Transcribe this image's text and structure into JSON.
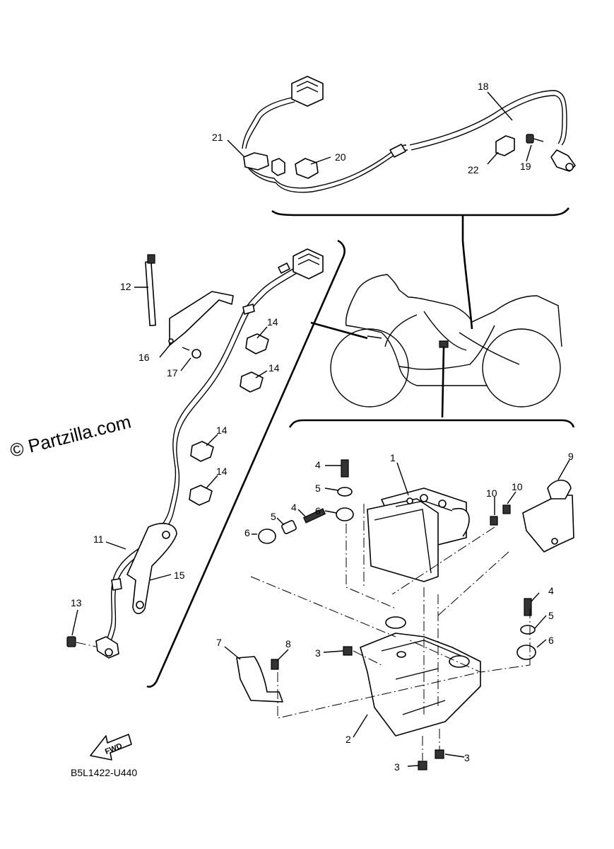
{
  "watermark": "© Partzilla.com",
  "diagram_code": "B5L1422-U440",
  "fwd_label": "FWD",
  "callouts": {
    "c1": "1",
    "c2": "2",
    "c3a": "3",
    "c3b": "3",
    "c3c": "3",
    "c4a": "4",
    "c4b": "4",
    "c4c": "4",
    "c5a": "5",
    "c5b": "5",
    "c5c": "5",
    "c6a": "6",
    "c6b": "6",
    "c6c": "6",
    "c7": "7",
    "c8": "8",
    "c9": "9",
    "c10a": "10",
    "c10b": "10",
    "c11": "11",
    "c12": "12",
    "c13": "13",
    "c14a": "14",
    "c14b": "14",
    "c14c": "14",
    "c14d": "14",
    "c15": "15",
    "c16": "16",
    "c17": "17",
    "c18": "18",
    "c19": "19",
    "c20": "20",
    "c21": "21",
    "c22": "22"
  }
}
